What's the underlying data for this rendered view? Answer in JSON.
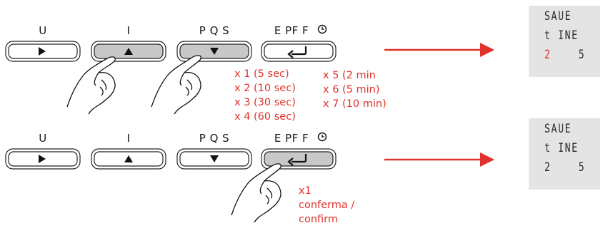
{
  "rows": [
    {
      "keys": [
        {
          "label": "U",
          "symbol": "play-icon"
        },
        {
          "label": "I",
          "symbol": "up-arrow-icon"
        },
        {
          "label": "P Q S",
          "symbol": "down-arrow-icon"
        },
        {
          "label": "E PF F",
          "symbol": "return-icon"
        }
      ],
      "pressed": [
        "up",
        "down"
      ],
      "notes_left": [
        "x 1 (5 sec)",
        "x 2 (10 sec)",
        "x 3 (30 sec)",
        "x 4 (60 sec)"
      ],
      "notes_right": [
        "x 5 (2 min",
        "x 6 (5 min)",
        "x 7 (10 min)"
      ],
      "display": {
        "line1": "SAUE",
        "line2": "t INE",
        "line3_left": "2",
        "line3_right": "5",
        "highlight": "line3_left"
      }
    },
    {
      "keys": [
        {
          "label": "U",
          "symbol": "play-icon"
        },
        {
          "label": "I",
          "symbol": "up-arrow-icon"
        },
        {
          "label": "P Q S",
          "symbol": "down-arrow-icon"
        },
        {
          "label": "E PF F",
          "symbol": "return-icon"
        }
      ],
      "pressed": [
        "enter"
      ],
      "notes": [
        "x1",
        "conferma /",
        "confirm"
      ],
      "display": {
        "line1": "SAUE",
        "line2": "t INE",
        "line3_left": "2",
        "line3_right": "5"
      }
    }
  ],
  "colors": {
    "accent": "#e0322b",
    "key_pressed": "#c8c8c8",
    "display_bg": "#e4e4e4"
  }
}
